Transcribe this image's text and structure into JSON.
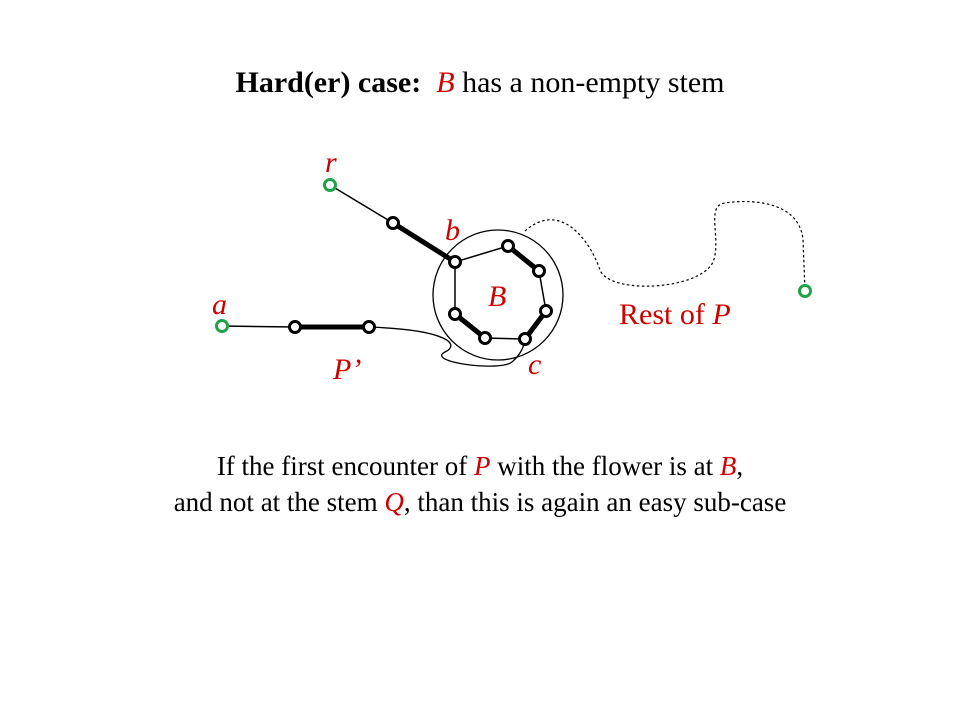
{
  "title": {
    "bold": "Hard(er) case:",
    "var": "B",
    "rest": " has a non-empty stem"
  },
  "labels": {
    "r": "r",
    "b": "b",
    "a": "a",
    "B": "B",
    "rest_of_p_text": "Rest of ",
    "rest_of_p_var": "P",
    "p_prime": "P’",
    "c": "c"
  },
  "caption": {
    "line1": {
      "t1": "If the first encounter of ",
      "v1": "P",
      "t2": " with the flower is at ",
      "v2": "B",
      "t3": ","
    },
    "line2": {
      "t1": "and not at the stem ",
      "v1": "Q",
      "t2": ", than this is again an easy sub-case"
    }
  },
  "colors": {
    "highlight": "#cc0000",
    "free_vertex": "#1fa34a",
    "matched_vertex": "#000000"
  }
}
